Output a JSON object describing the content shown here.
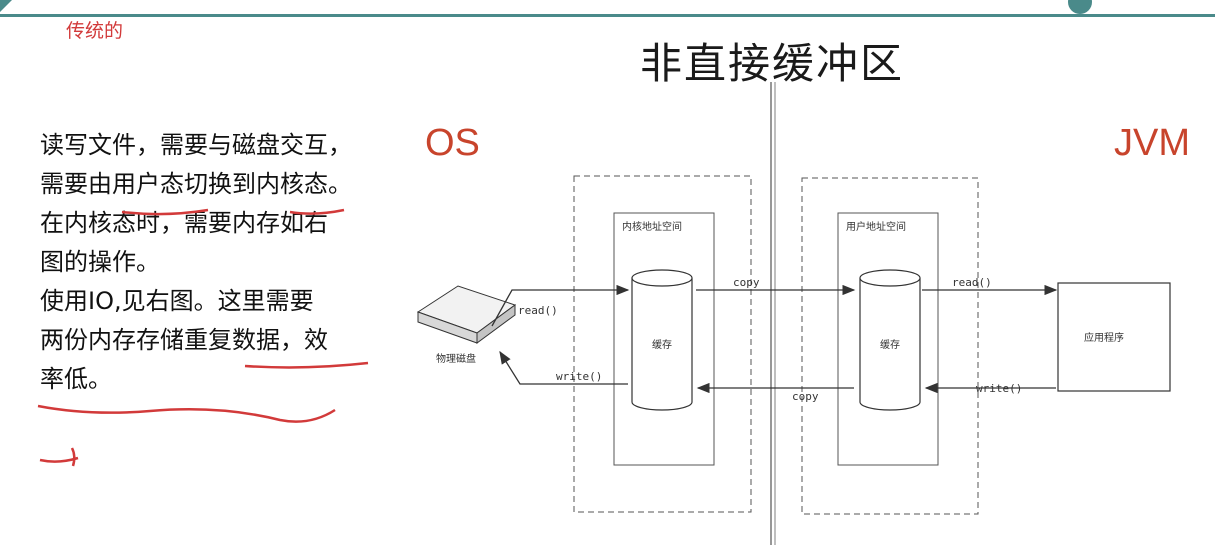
{
  "annotation_top": "传统的",
  "title": "非直接缓冲区",
  "left_label": "OS",
  "right_label": "JVM",
  "description": {
    "line1": "读写文件，需要与磁盘交互，",
    "line2_a": "需要由",
    "line2_b": "用户态",
    "line2_c": "切换到",
    "line2_d": "内核态",
    "line2_e": "。",
    "line3": "在内核态时，需要内存如右",
    "line4": "图的操作。",
    "line5_a": "使用IO,见右图。",
    "line5_b": "这里需要",
    "line6_a": "两份内存存储重复数据",
    "line6_b": "，效",
    "line7_a": "率低",
    "line7_b": "。"
  },
  "diagram": {
    "disk_label": "物理磁盘",
    "kernel_space_label": "内核地址空间",
    "user_space_label": "用户地址空间",
    "kernel_cache_label": "缓存",
    "user_cache_label": "缓存",
    "app_label": "应用程序",
    "read_label_left": "read()",
    "write_label_left": "write()",
    "copy_label_top": "copy",
    "copy_label_bottom": "copy",
    "read_label_right": "read()",
    "write_label_right": "write()"
  },
  "colors": {
    "accent": "#4a8a8a",
    "annotation_red": "#d23a3a",
    "label_orange": "#c8442c"
  }
}
